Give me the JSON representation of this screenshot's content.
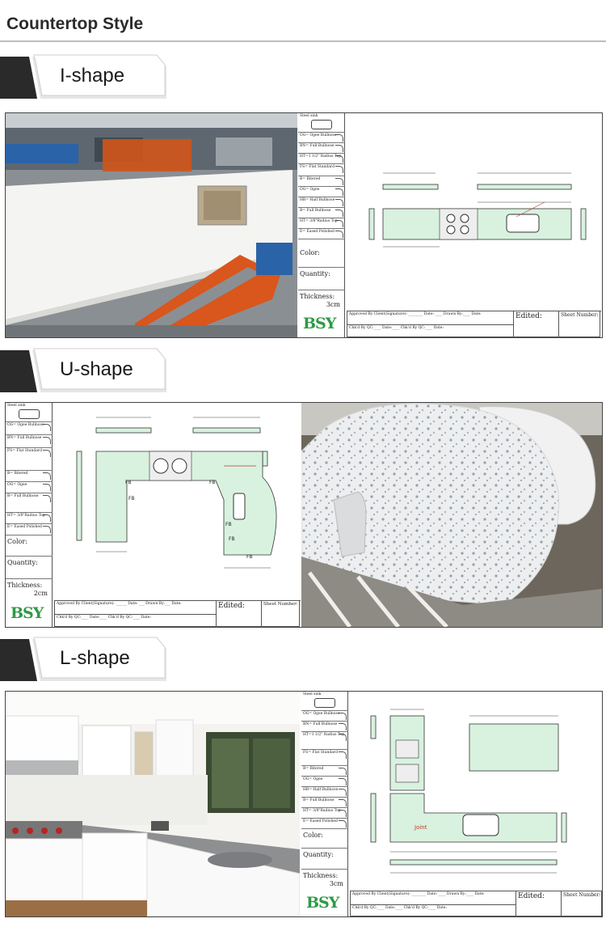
{
  "page_title": "Countertop Style",
  "sections": [
    {
      "label": "I-shape",
      "legend_items": [
        "OG=\nOgee Bullnose",
        "BN=\nFull Bullnose",
        "HT=1 1/2\"\nRadius Top",
        "FS=\nFlat Standard",
        "B=\nBitered",
        "OG=\nOgee",
        "HB=\nHalf Bullnose",
        "B=\nFull Bullnose",
        "HT=\n3/8\"Radius Top",
        "E=\nEased Polished"
      ],
      "legend_header": "Steel sink",
      "color_label": "Color:",
      "quantity_label": "Quantity:",
      "thickness_label": "Thickness:",
      "thickness_value": "3cm",
      "edited_label": "Edited:",
      "sheet_label": "Sheet Number:",
      "approved_label": "Approved By Client(Signature):",
      "date_label": "Date:",
      "drawn_label": "Drawn By:",
      "checked_label": "Chk'd By QC:",
      "checked2_label": "Chk'd By QC:",
      "logo_text": "BSY"
    },
    {
      "label": "U-shape",
      "legend_items": [
        "OG=\nOgee Bullnose",
        "BN=\nFull Bullnose",
        "FS=\nFlat Standard",
        "B=\nBitered",
        "OG=\nOgee",
        "B=\nFull Bullnose",
        "HT=\n3/8\"Radius Top",
        "E=\nEased Polished"
      ],
      "legend_header": "Steel sink",
      "color_label": "Color:",
      "quantity_label": "Quantity:",
      "thickness_label": "Thickness:",
      "thickness_value": "2cm",
      "edited_label": "Edited:",
      "sheet_label": "Sheet Number:",
      "approved_label": "Approved By Client(Signature):",
      "date_label": "Date:",
      "drawn_label": "Drawn By:",
      "checked_label": "Chk'd By QC:",
      "checked2_label": "Chk'd By QC:",
      "logo_text": "BSY",
      "drawing_marks": [
        "FB",
        "FB",
        "FB",
        "FB",
        "FB",
        "FB"
      ]
    },
    {
      "label": "L-shape",
      "legend_items": [
        "OG=\nOgee Bullnose",
        "BN=\nFull Bullnose",
        "HT=1 1/2\"\nRadius Top",
        "FS=\nFlat Standard",
        "B=\nBitered",
        "OG=\nOgee",
        "HB=\nHalf Bullnose",
        "B=\nFull Bullnose",
        "HT=\n3/8\"Radius Top",
        "E=\nEased Polished"
      ],
      "legend_header": "Steel sink",
      "color_label": "Color:",
      "quantity_label": "Quantity:",
      "thickness_label": "Thickness:",
      "thickness_value": "3cm",
      "edited_label": "Edited:",
      "sheet_label": "Sheet Number:",
      "approved_label": "Approved By Client(Signature):",
      "date_label": "Date:",
      "drawn_label": "Drawn By:",
      "checked_label": "Chk'd By QC:",
      "checked2_label": "Chk'd By QC:",
      "logo_text": "BSY",
      "joint_label": "Joint"
    }
  ],
  "colors": {
    "banner_dark": "#2a2a2a",
    "slab_green": "#d8f2df",
    "logo_green": "#2e9a46"
  }
}
